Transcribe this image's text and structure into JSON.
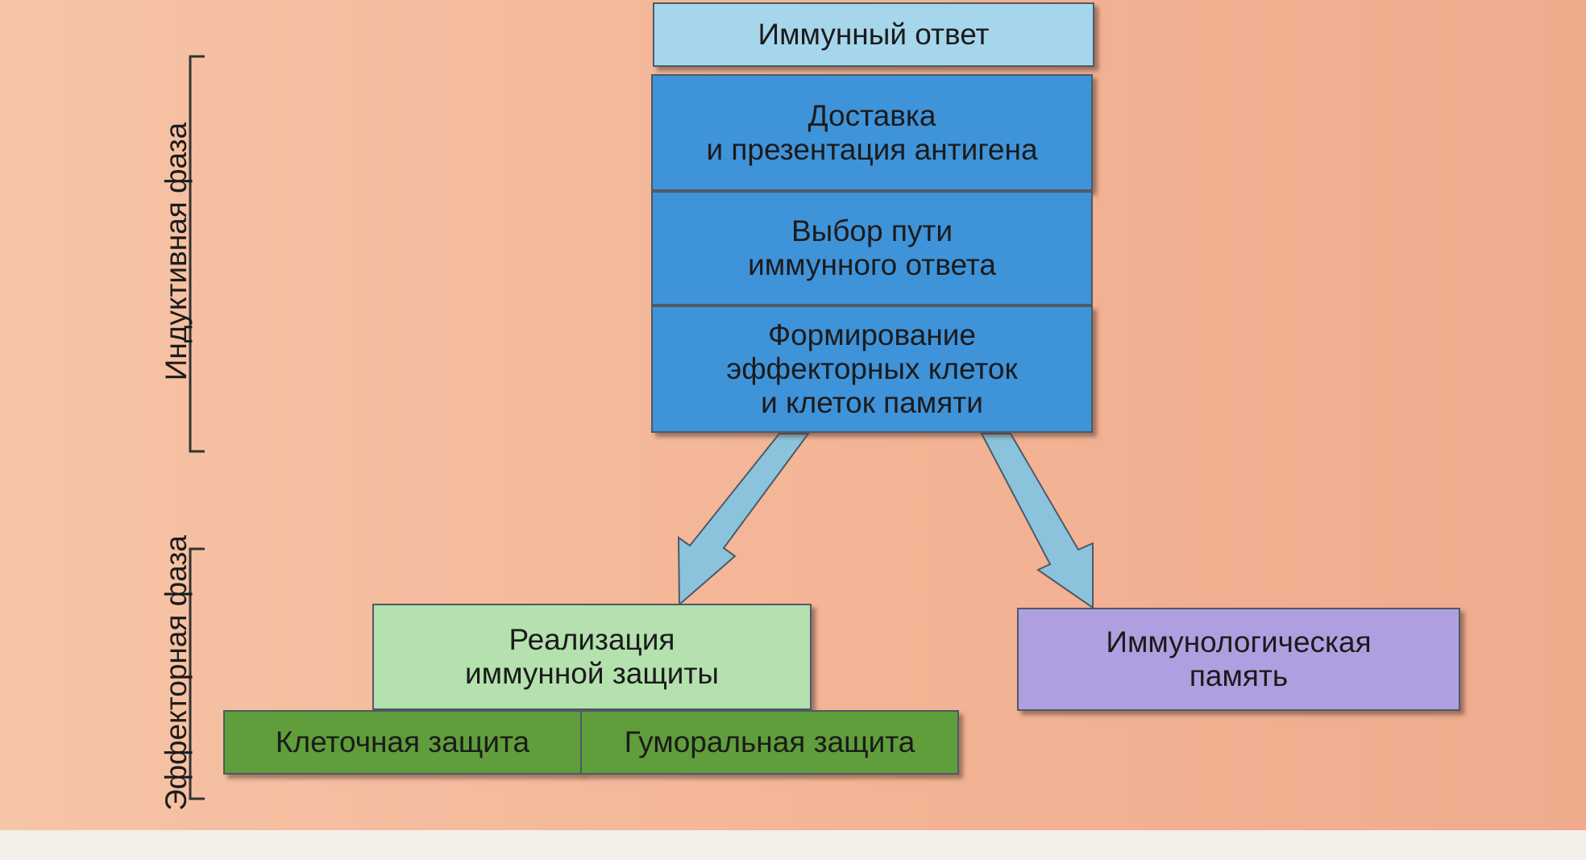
{
  "diagram": {
    "immune_response": "Иммунный ответ",
    "antigen_delivery": "Доставка\nи презентация антигена",
    "path_choice": "Выбор пути\nиммунного ответа",
    "cell_formation": "Формирование\nэффекторных клеток\nи клеток памяти",
    "defense_realization": "Реализация\nиммунной защиты",
    "cellular_defense": "Клеточная защита",
    "humoral_defense": "Гуморальная защита",
    "immunological_memory": "Иммунологическая\nпамять",
    "inductive_phase": "Индуктивная фаза",
    "effector_phase": "Эффекторная фаза"
  },
  "colors": {
    "background": "#f4b89a",
    "light_blue": "#a6d6ec",
    "blue": "#3f93d9",
    "light_green": "#b4e1ae",
    "green": "#5f9e3a",
    "purple": "#aea0e0",
    "arrow": "#8cc3dc"
  }
}
